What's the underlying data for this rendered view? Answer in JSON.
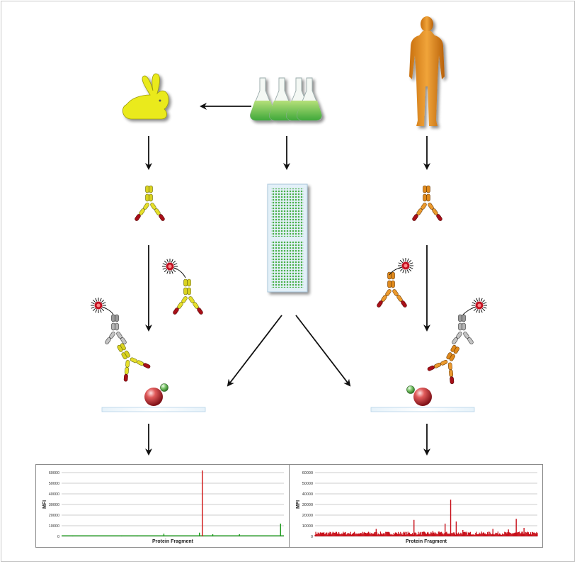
{
  "chart_data": [
    {
      "type": "bar",
      "series": [
        {
          "name": "",
          "color": "#1a9a1a"
        },
        {
          "name": "",
          "color": "#d01010"
        }
      ],
      "xlabel": "Protein Fragment",
      "ylabel": "MFI",
      "ylim": [
        0,
        60000
      ],
      "yticks": [
        "0",
        "10000",
        "20000",
        "30000",
        "40000",
        "50000",
        "60000"
      ],
      "grid": true,
      "peaks": [
        {
          "position": 0.05,
          "value": 600,
          "series": 0
        },
        {
          "position": 0.27,
          "value": 1000,
          "series": 0
        },
        {
          "position": 0.34,
          "value": 800,
          "series": 0
        },
        {
          "position": 0.46,
          "value": 2500,
          "series": 0
        },
        {
          "position": 0.62,
          "value": 3500,
          "series": 0
        },
        {
          "position": 0.633,
          "value": 62000,
          "series": 1
        },
        {
          "position": 0.68,
          "value": 2000,
          "series": 0
        },
        {
          "position": 0.8,
          "value": 2000,
          "series": 0
        },
        {
          "position": 0.985,
          "value": 12000,
          "series": 0
        }
      ]
    },
    {
      "type": "bar",
      "series": [
        {
          "name": "",
          "color": "#c8101a"
        }
      ],
      "xlabel": "Protein Fragment",
      "ylabel": "MFI",
      "ylim": [
        0,
        60000
      ],
      "yticks": [
        "0",
        "10000",
        "20000",
        "30000",
        "40000",
        "50000",
        "60000"
      ],
      "grid": true,
      "baseline": [
        1500,
        4500
      ],
      "peaks": [
        {
          "position": 0.275,
          "value": 7000
        },
        {
          "position": 0.445,
          "value": 15500
        },
        {
          "position": 0.53,
          "value": 5000
        },
        {
          "position": 0.585,
          "value": 12000
        },
        {
          "position": 0.61,
          "value": 34500
        },
        {
          "position": 0.635,
          "value": 14000
        },
        {
          "position": 0.665,
          "value": 6000
        },
        {
          "position": 0.8,
          "value": 7000
        },
        {
          "position": 0.87,
          "value": 6500
        },
        {
          "position": 0.905,
          "value": 16500
        },
        {
          "position": 0.94,
          "value": 8000
        }
      ]
    }
  ]
}
